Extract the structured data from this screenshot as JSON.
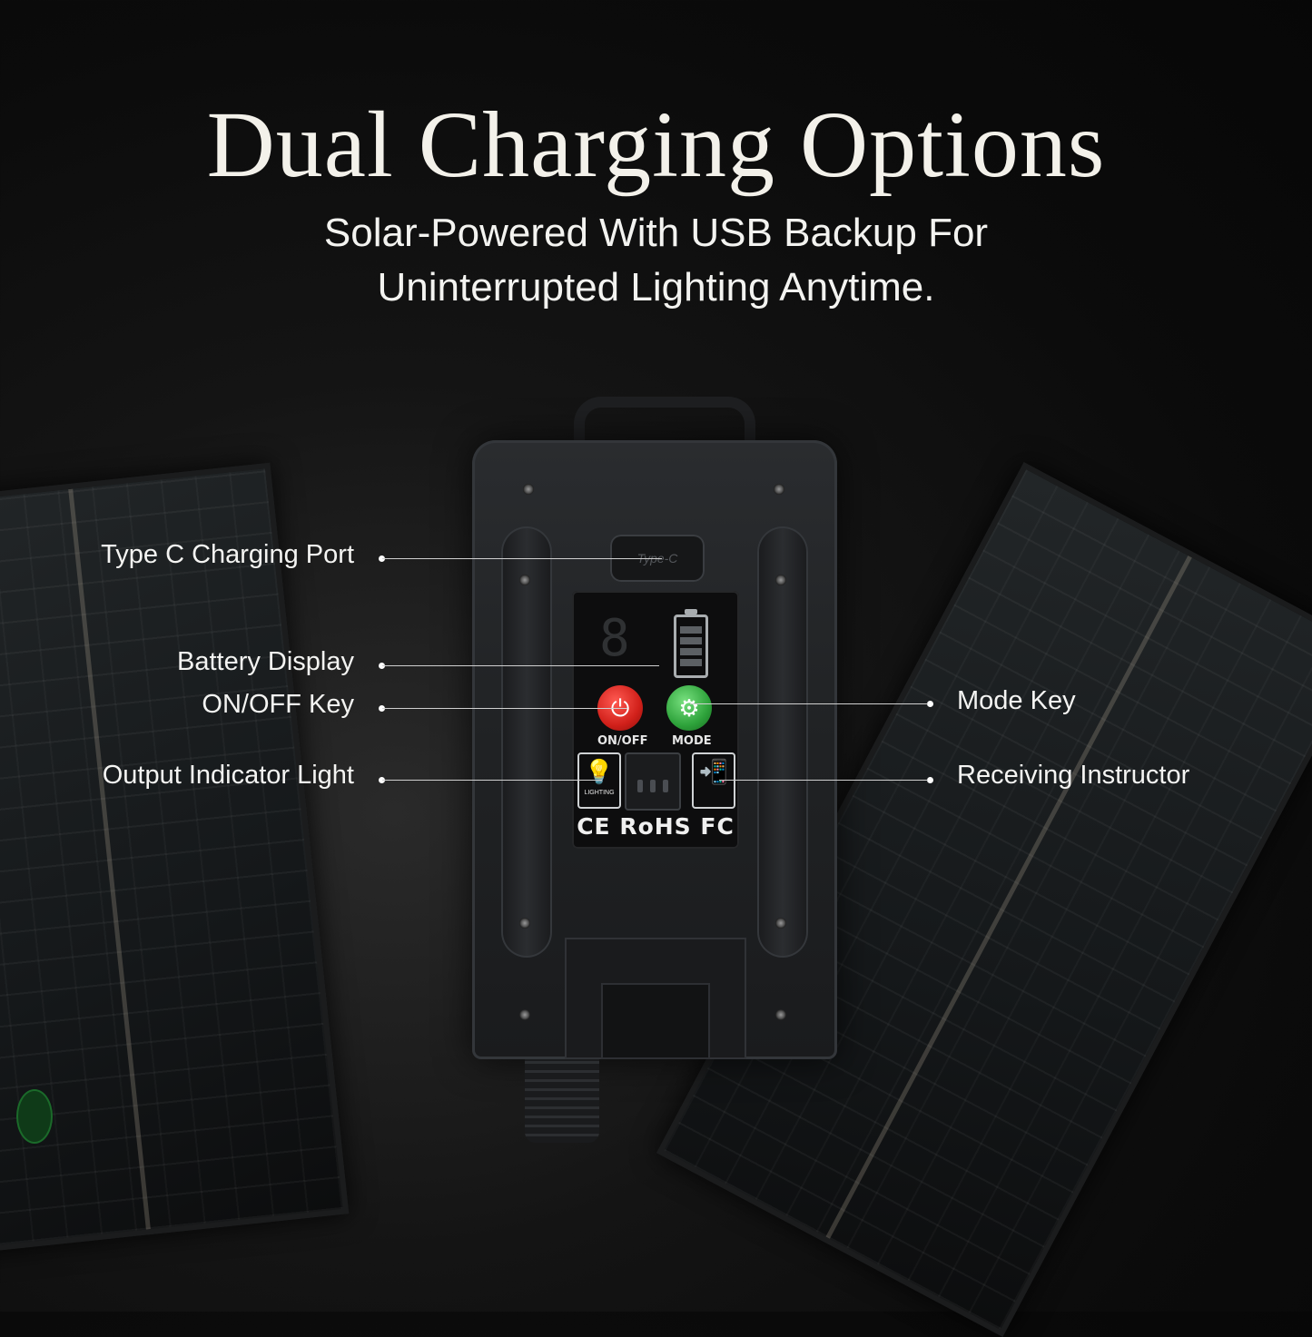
{
  "header": {
    "title": "Dual Charging Options",
    "subtitle_line1": "Solar-Powered With USB Backup For",
    "subtitle_line2": "Uninterrupted Lighting Anytime."
  },
  "device": {
    "port_label": "Type-C",
    "on_label": "ON/OFF",
    "mode_label": "MODE",
    "lighting_label": "LIGHTING",
    "certifications": "CE RoHS FC"
  },
  "callouts": {
    "type_c": "Type C Charging Port",
    "battery": "Battery Display",
    "on_off": "ON/OFF Key",
    "output": "Output Indicator Light",
    "mode": "Mode Key",
    "receiving": "Receiving Instructor"
  },
  "colors": {
    "background": "#0b0b0b",
    "on_button": "#d1201a",
    "mode_button": "#2ea33b"
  },
  "icons": [
    "power-icon",
    "mode-icon",
    "bulb-icon",
    "remote-icon",
    "battery-icon"
  ]
}
